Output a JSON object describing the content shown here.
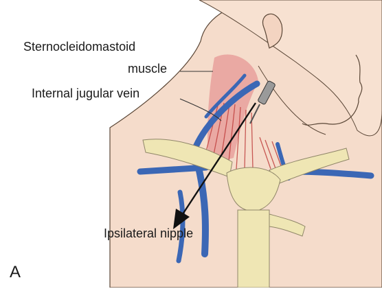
{
  "labels": {
    "scm_line1": "Sternocleidomastoid",
    "scm_line2": "muscle",
    "ijv": "Internal jugular vein",
    "nipple": "Ipsilateral nipple",
    "panel": "A"
  },
  "colors": {
    "skin": "#f5dccb",
    "outline": "#5a4636",
    "vein": "#3b67b5",
    "muscle": "#e38f8f",
    "muscle_stripe": "#c0403f",
    "bone": "#efe6b4",
    "arrow": "#111111"
  }
}
